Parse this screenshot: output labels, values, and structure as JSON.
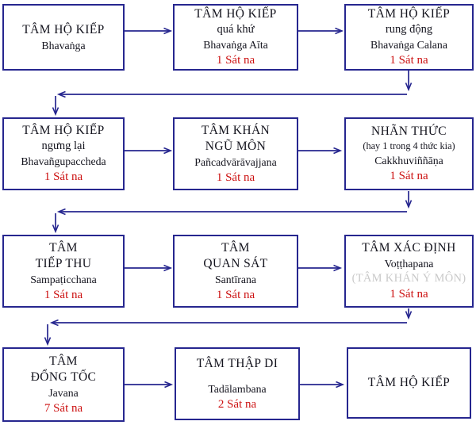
{
  "diagram": {
    "description_labels": {
      "sat_na_unit": "Sát na"
    },
    "colors": {
      "box_border": "#26268f",
      "arrow_line": "#26268f",
      "title_text": "#14141e",
      "count_red": "#cc1111",
      "gray_note": "#c9c9c9",
      "background": "#ffffff"
    }
  },
  "boxes": {
    "r1b1": {
      "title1": "TÂM HỘ KIẾP",
      "pali": "Bhavaṅga"
    },
    "r1b2": {
      "title1": "TÂM HỘ KIẾP",
      "viet": "quá khứ",
      "pali": "Bhavaṅga Aīta",
      "count": "1 Sát na"
    },
    "r1b3": {
      "title1": "TÂM HỘ KIẾP",
      "viet": "rung động",
      "pali": "Bhavaṅga Calana",
      "count": "1 Sát na"
    },
    "r2b1": {
      "title1": "TÂM HỘ KIẾP",
      "viet": "ngưng lại",
      "pali": "Bhavañgupaccheda",
      "count": "1 Sát na"
    },
    "r2b2": {
      "title1": "TÂM KHÁN",
      "title2": "NGŨ MÔN",
      "pali": "Pañcadvārāvajjana",
      "count": "1 Sát na"
    },
    "r2b3": {
      "title1": "NHÃN THỨC",
      "note": "(hay 1 trong 4 thức kia)",
      "pali": "Cakkhuviññāṇa",
      "count": "1 Sát na"
    },
    "r3b1": {
      "title1": "TÂM",
      "title2": "TIẾP THU",
      "pali": "Sampaṭicchana",
      "count": "1 Sát na"
    },
    "r3b2": {
      "title1": "TÂM",
      "title2": "QUAN SÁT",
      "pali": "Santīrana",
      "count": "1 Sát na"
    },
    "r3b3": {
      "title1": "TÂM XÁC ĐỊNH",
      "pali": "Voṭṭhapana",
      "gray_note": "(TÂM KHÁN Ý MÔN)",
      "count": "1 Sát na"
    },
    "r4b1": {
      "title1": "TÂM",
      "title2": "ĐỔNG TỐC",
      "pali": "Javana",
      "count": "7 Sát na"
    },
    "r4b2": {
      "title1": "TÂM THẬP DI",
      "pali": "Tadālambana",
      "count": "2 Sát na"
    },
    "r4b3": {
      "title1": "TÂM HỘ KIẾP"
    }
  }
}
